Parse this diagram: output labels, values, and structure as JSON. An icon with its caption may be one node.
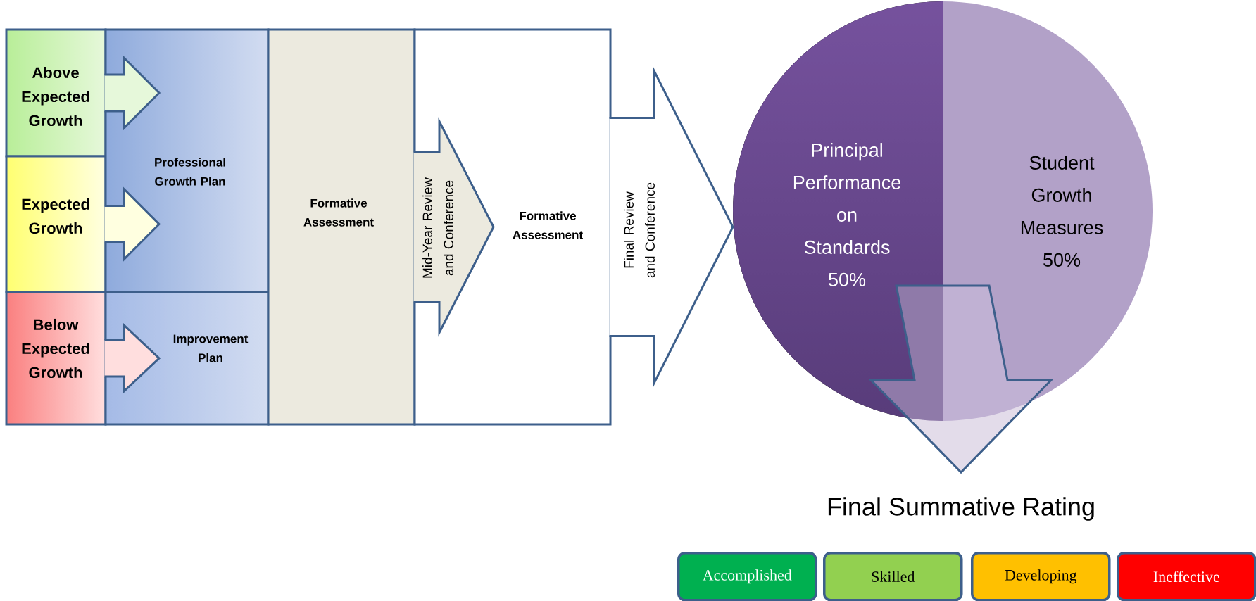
{
  "diagram": {
    "nodes": [
      {
        "text": [
          "Above Expected Growth"
        ]
      },
      {
        "text": [
          "Expected Growth"
        ]
      },
      {
        "text": [
          "Below Expected Growth"
        ]
      },
      {
        "text": [
          "Professional Growth Plan"
        ]
      },
      {
        "text": [
          "Improvement Plan"
        ]
      },
      {
        "text": [
          "Formative Assessment"
        ]
      },
      {
        "text": [
          "Formative Assessment"
        ]
      },
      {
        "text": [
          "Principal Performance on Standards 50%",
          "Student Growth Measures 50%"
        ]
      },
      {
        "text": [
          "Final Summative Rating"
        ]
      },
      {
        "text": [
          "Accomplished"
        ]
      },
      {
        "text": [
          "Skilled"
        ]
      },
      {
        "text": [
          "Developing"
        ]
      },
      {
        "text": [
          "Ineffective"
        ]
      }
    ],
    "edges": [
      {
        "from": 0,
        "to": 3,
        "arrow": "to"
      },
      {
        "from": 1,
        "to": 3,
        "arrow": "to"
      },
      {
        "from": 2,
        "to": 4,
        "arrow": "to"
      },
      {
        "from": 5,
        "to": 6,
        "arrow": "to",
        "label": "Mid-Year Review and Conference"
      },
      {
        "from": 6,
        "to": 7,
        "arrow": "to",
        "label": "Final Review and Conference"
      },
      {
        "from": 7,
        "to": 8,
        "arrow": "to"
      }
    ]
  }
}
